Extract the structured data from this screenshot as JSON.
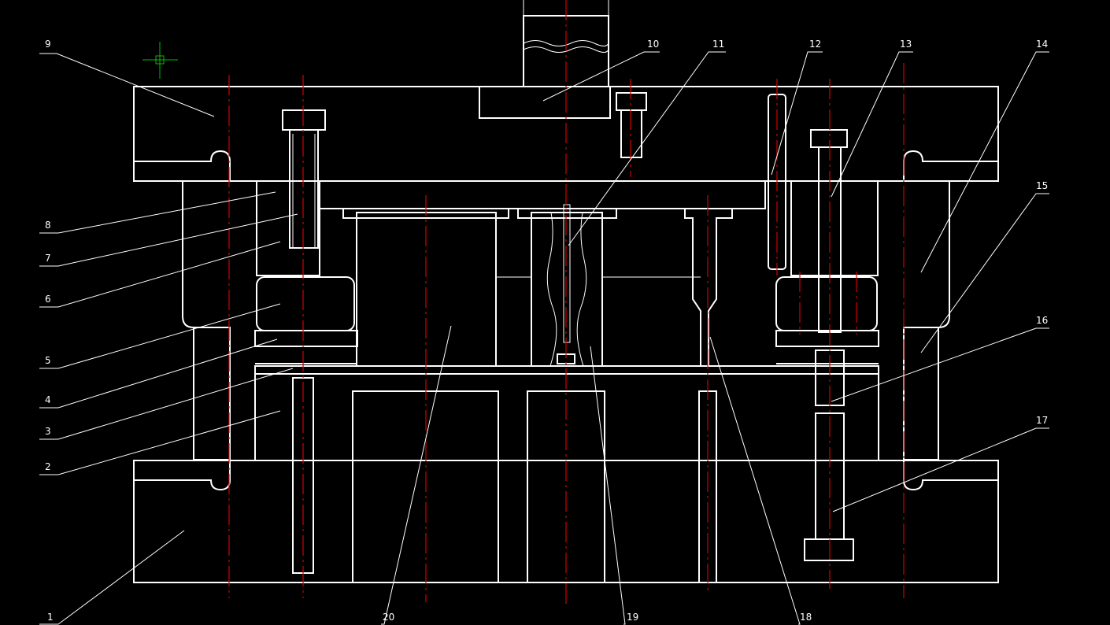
{
  "drawing": {
    "colors": {
      "background": "#000000",
      "outline": "#ffffff",
      "hatch": "#1f2cff",
      "centerline": "#d40000",
      "cursor": "#00c000"
    },
    "part_labels": [
      "1",
      "2",
      "3",
      "4",
      "5",
      "6",
      "7",
      "8",
      "9",
      "10",
      "11",
      "12",
      "13",
      "14",
      "15",
      "16",
      "17",
      "18",
      "19",
      "20"
    ]
  }
}
